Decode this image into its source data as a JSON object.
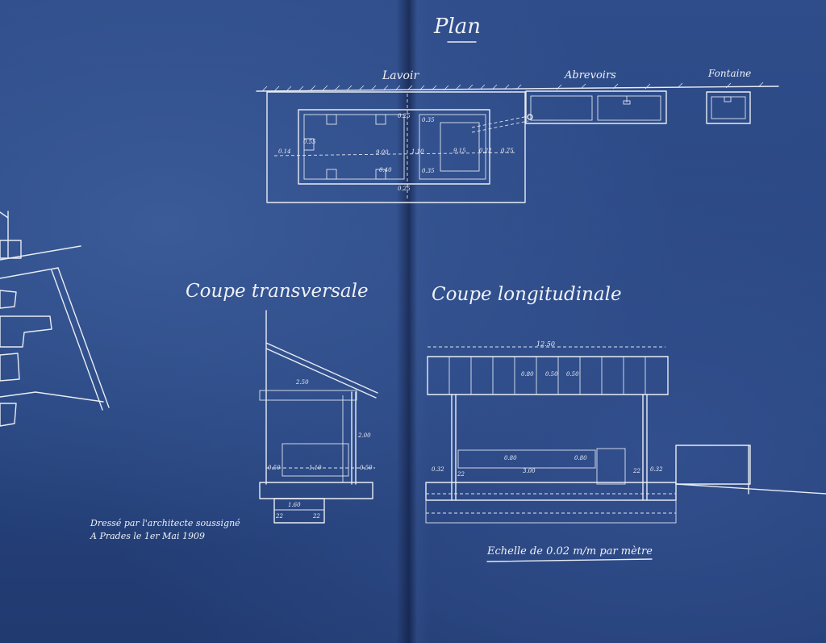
{
  "drawing": {
    "title_plan": "Plan",
    "label_lavoir": "Lavoir",
    "label_abrevoirs": "Abrevoirs",
    "label_fontaine": "Fontaine",
    "title_coupe_transversale": "Coupe transversale",
    "title_coupe_longitudinale": "Coupe longitudinale",
    "signature_line1": "Dressé par l'architecte soussigné",
    "signature_line2": "A Prades le 1er Mai 1909",
    "scale_note": "Echelle de 0.02 m/m par mètre",
    "plan_dimensions": [
      "0.14",
      "0.55",
      "9.00",
      "0.25",
      "1.10",
      "9.15",
      "0.22",
      "0.75",
      "0.35",
      "0.35",
      "0.40",
      "0.25"
    ],
    "transversal_dimensions": [
      "2.50",
      "2.00",
      "0.50",
      "1.10",
      "0.50",
      "1.60",
      "22",
      "22"
    ],
    "longitudinal_dimensions": [
      "12.50",
      "0.80",
      "0.50",
      "0.50",
      "3.00",
      "0.80",
      "0.80",
      "0.32",
      "22",
      "22",
      "0.32"
    ],
    "colors": {
      "paper": "#27457f",
      "ink": "#e8ecf4"
    }
  }
}
